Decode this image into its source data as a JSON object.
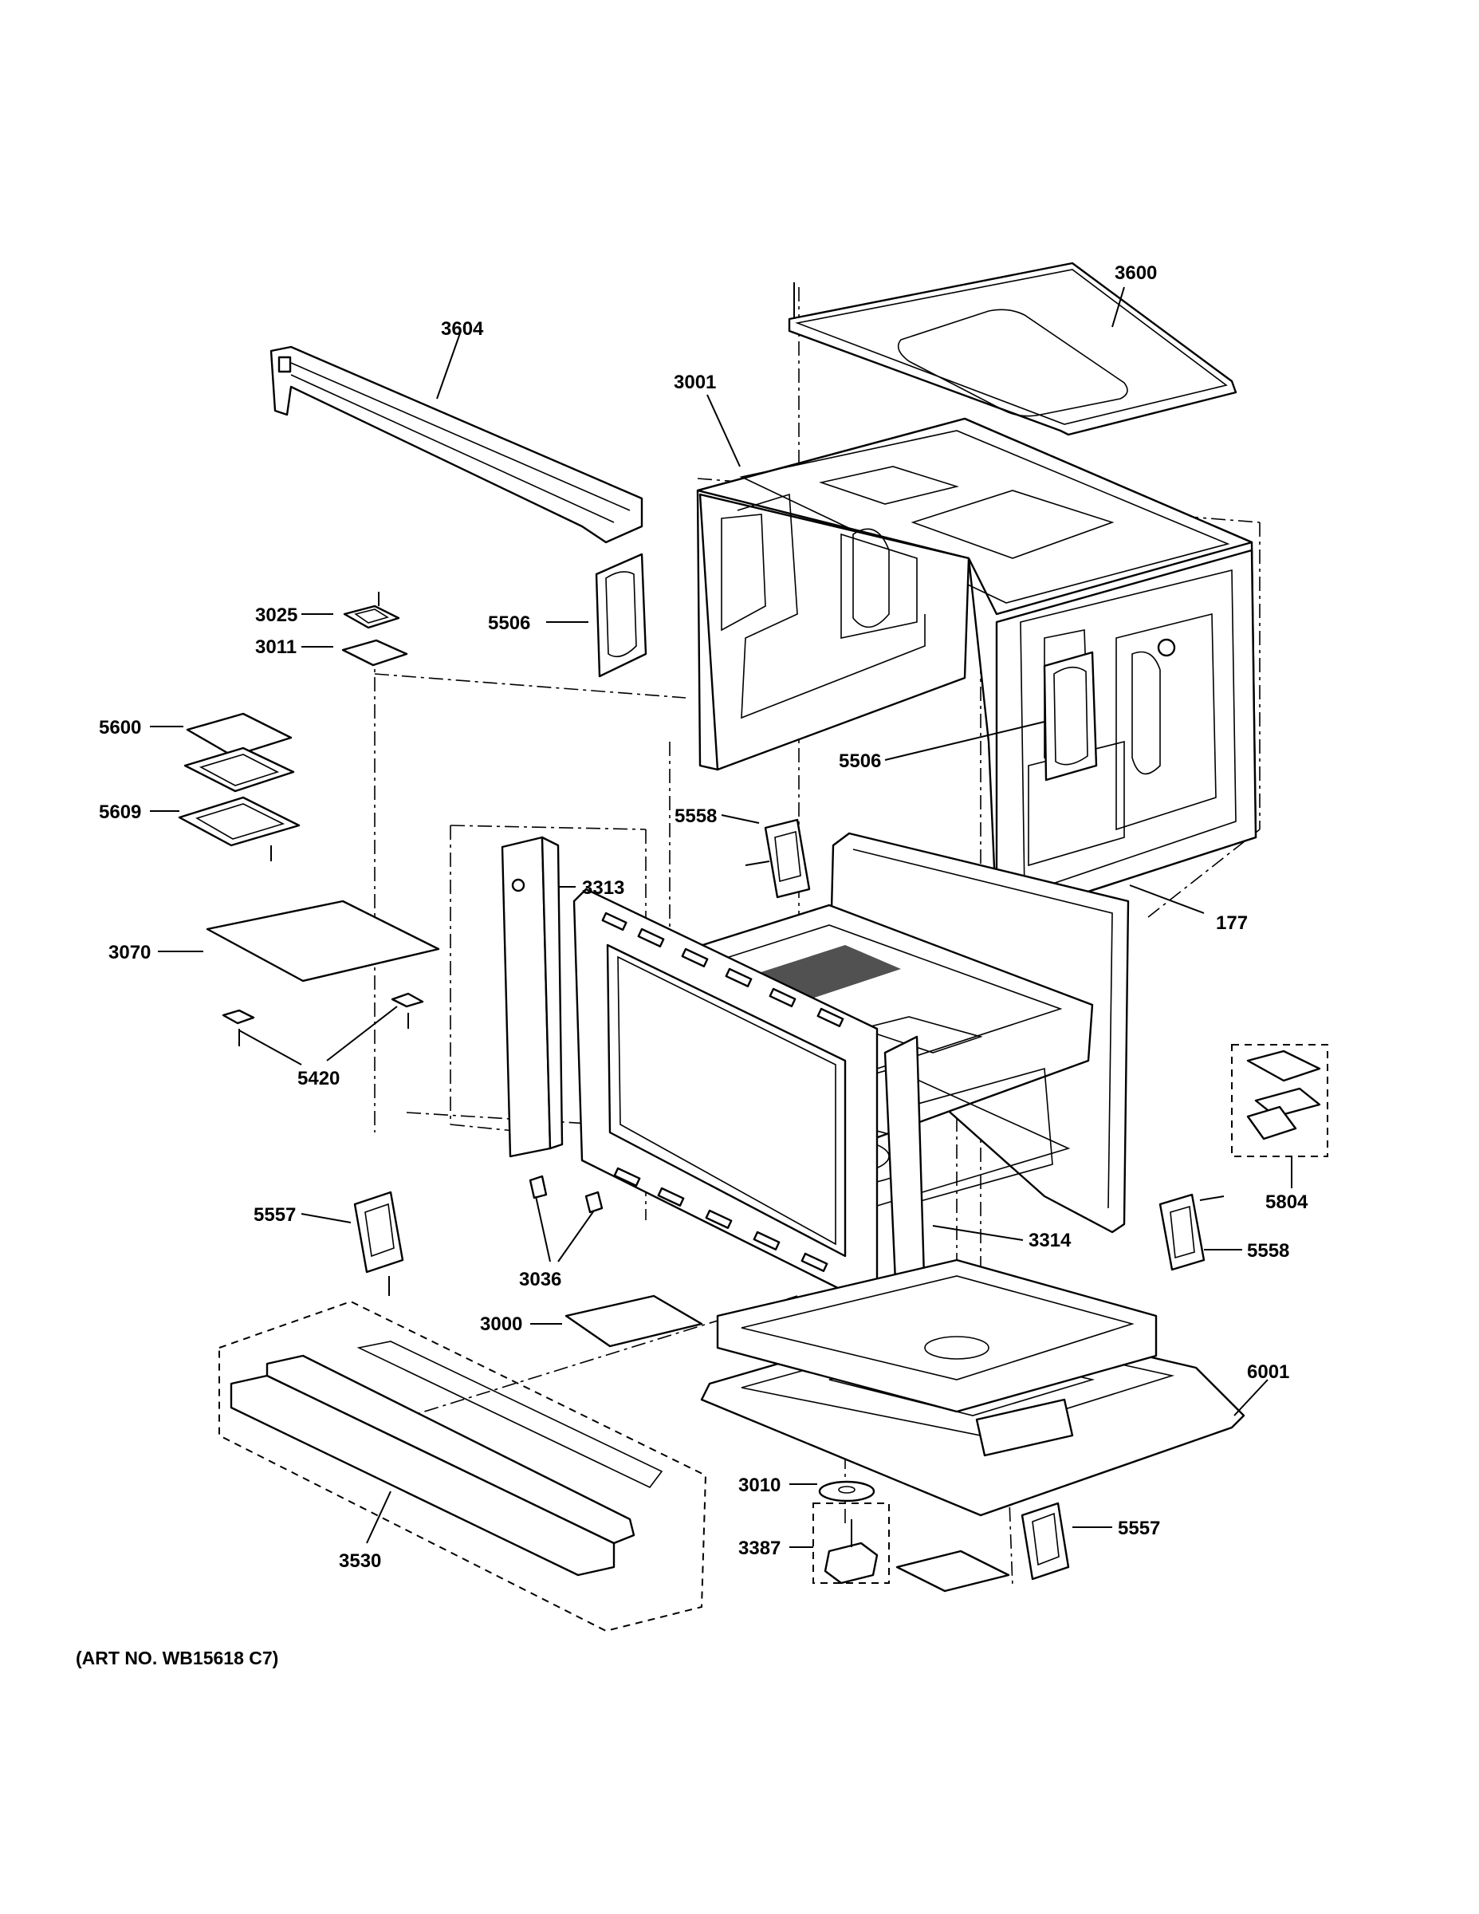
{
  "art_number": "(ART NO. WB15618 C7)",
  "callouts": [
    {
      "id": "c3600",
      "text": "3600"
    },
    {
      "id": "c3604",
      "text": "3604"
    },
    {
      "id": "c3001",
      "text": "3001"
    },
    {
      "id": "c3025",
      "text": "3025"
    },
    {
      "id": "c3011",
      "text": "3011"
    },
    {
      "id": "c5506a",
      "text": "5506"
    },
    {
      "id": "c5600",
      "text": "5600"
    },
    {
      "id": "c5506b",
      "text": "5506"
    },
    {
      "id": "c5609",
      "text": "5609"
    },
    {
      "id": "c5558a",
      "text": "5558"
    },
    {
      "id": "c3313",
      "text": "3313"
    },
    {
      "id": "c177",
      "text": "177"
    },
    {
      "id": "c3070",
      "text": "3070"
    },
    {
      "id": "c5420",
      "text": "5420"
    },
    {
      "id": "c5804",
      "text": "5804"
    },
    {
      "id": "c5557a",
      "text": "5557"
    },
    {
      "id": "c3314",
      "text": "3314"
    },
    {
      "id": "c5558b",
      "text": "5558"
    },
    {
      "id": "c3036",
      "text": "3036"
    },
    {
      "id": "c3000",
      "text": "3000"
    },
    {
      "id": "c6001",
      "text": "6001"
    },
    {
      "id": "c3010",
      "text": "3010"
    },
    {
      "id": "c3387",
      "text": "3387"
    },
    {
      "id": "c5557b",
      "text": "5557"
    },
    {
      "id": "c3530",
      "text": "3530"
    }
  ]
}
